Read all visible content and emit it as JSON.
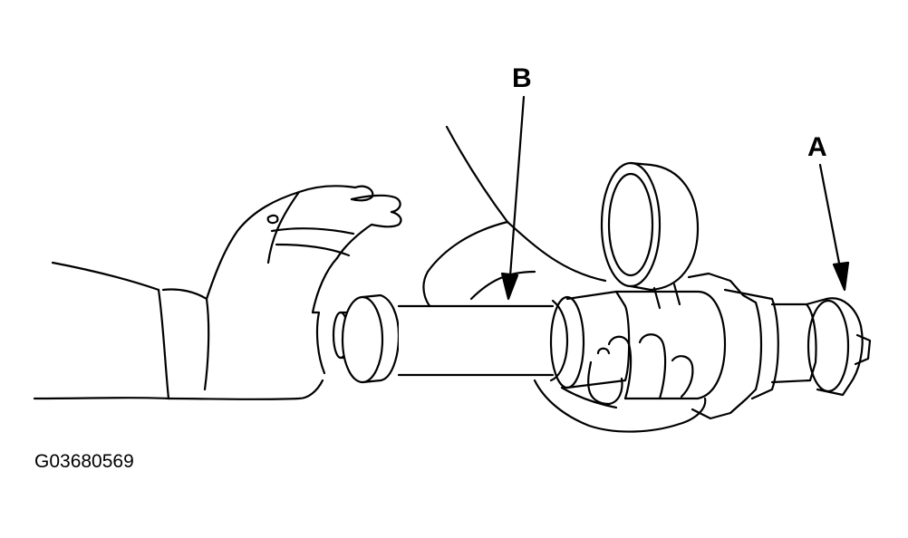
{
  "callouts": {
    "b": "B",
    "a": "A"
  },
  "figure_id": "G03680569",
  "colors": {
    "ink": "#000000",
    "paper": "#ffffff"
  }
}
